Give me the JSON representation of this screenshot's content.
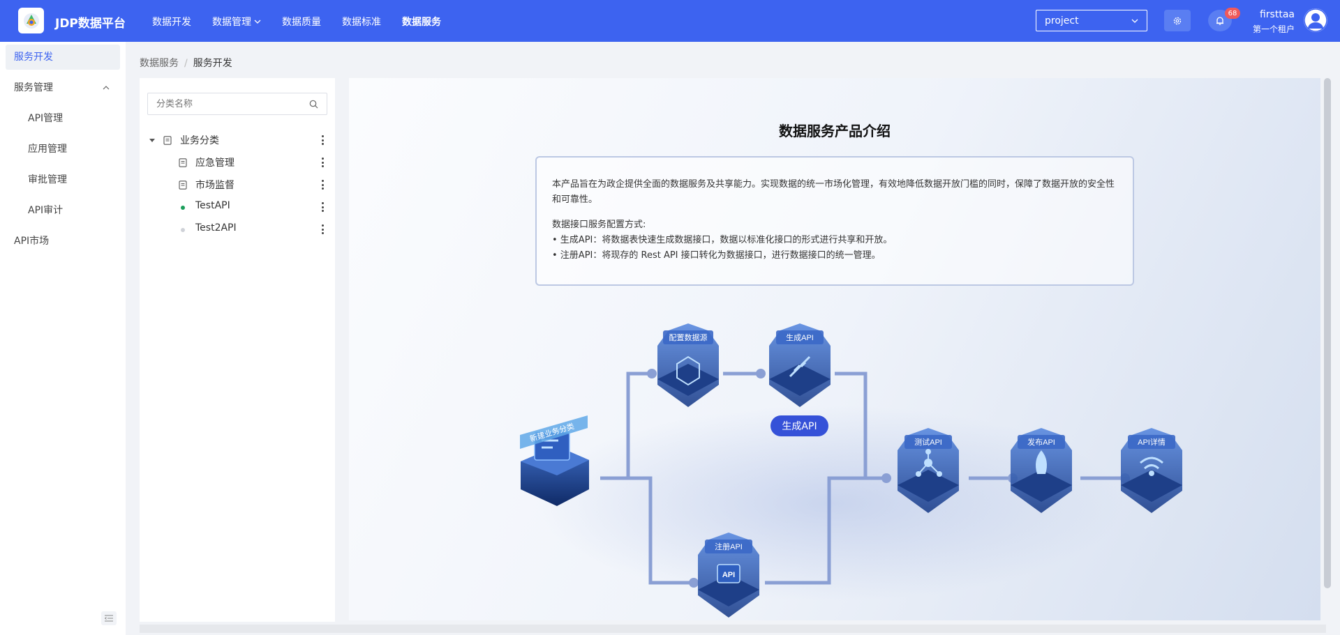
{
  "app": {
    "title": "JDP数据平台"
  },
  "nav": [
    {
      "label": "数据开发",
      "dropdown": false,
      "active": false
    },
    {
      "label": "数据管理",
      "dropdown": true,
      "active": false
    },
    {
      "label": "数据质量",
      "dropdown": false,
      "active": false
    },
    {
      "label": "数据标准",
      "dropdown": false,
      "active": false
    },
    {
      "label": "数据服务",
      "dropdown": false,
      "active": true
    }
  ],
  "project_select": {
    "value": "project"
  },
  "notifications": {
    "count": "68"
  },
  "user": {
    "name": "firsttaa",
    "tenant": "第一个租户"
  },
  "sidebar": {
    "items": [
      {
        "label": "服务开发",
        "active": true
      },
      {
        "label": "服务管理",
        "expanded": true
      },
      {
        "label": "API管理"
      },
      {
        "label": "应用管理"
      },
      {
        "label": "审批管理"
      },
      {
        "label": "API审计"
      },
      {
        "label": "API市场"
      }
    ]
  },
  "breadcrumb": {
    "parent": "数据服务",
    "separator": "/",
    "current": "服务开发"
  },
  "tree": {
    "search_placeholder": "分类名称",
    "nodes": [
      {
        "label": "业务分类",
        "type": "folder",
        "level": 0
      },
      {
        "label": "应急管理",
        "type": "folder",
        "level": 1
      },
      {
        "label": "市场监督",
        "type": "folder",
        "level": 1
      },
      {
        "label": "TestAPI",
        "type": "api",
        "status": "online",
        "level": 1
      },
      {
        "label": "Test2API",
        "type": "api",
        "status": "offline",
        "level": 1
      }
    ]
  },
  "intro": {
    "title": "数据服务产品介绍",
    "paragraph": "本产品旨在为政企提供全面的数据服务及共享能力。实现数据的统一市场化管理，有效地降低数据开放门槛的同时，保障了数据开放的安全性和可靠性。",
    "methods_title": "数据接口服务配置方式:",
    "method_1": "• 生成API：将数据表快速生成数据接口，数据以标准化接口的形式进行共享和开放。",
    "method_2": "• 注册API：将现存的 Rest API 接口转化为数据接口，进行数据接口的统一管理。"
  },
  "flow": {
    "start": "新建业务分类",
    "config_source": "配置数据源",
    "generate_api": "生成API",
    "generate_button": "生成API",
    "register_api": "注册API",
    "register_icon_text": "API",
    "test_api": "测试API",
    "publish_api": "发布API",
    "api_detail": "API详情"
  },
  "colors": {
    "primary": "#3d63f0",
    "badge": "#f05a5a",
    "line": "#8a9fd4",
    "node": "#2a5bb8"
  }
}
